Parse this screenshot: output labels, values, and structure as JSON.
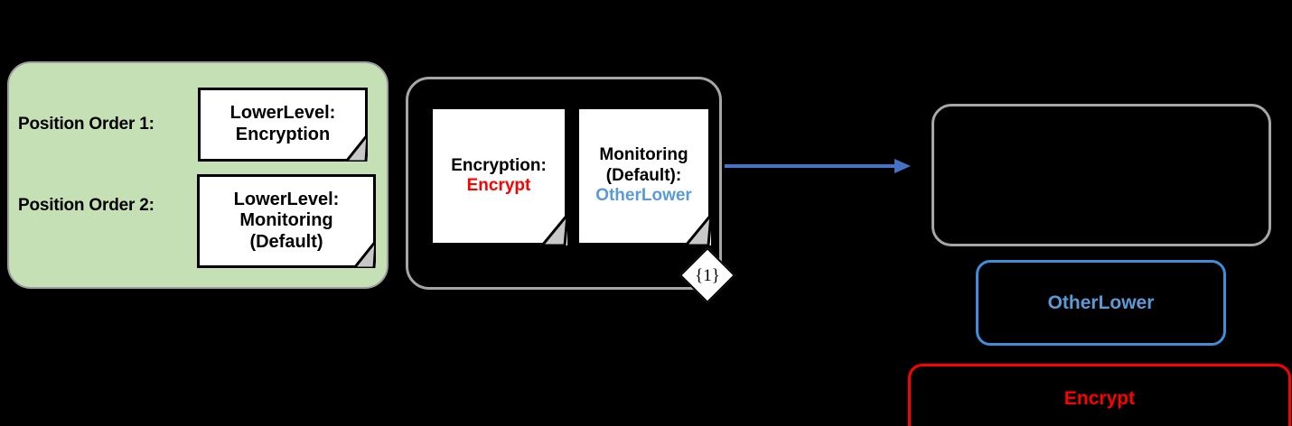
{
  "left_panel": {
    "rows": [
      {
        "label": "Position Order 1:",
        "note": "LowerLevel:\nEncryption"
      },
      {
        "label": "Position Order 2:",
        "note": "LowerLevel:\nMonitoring\n(Default)"
      }
    ]
  },
  "middle_panel": {
    "notes": [
      {
        "title": "Encryption:",
        "value": "Encrypt",
        "value_color": "#FF0000"
      },
      {
        "title": "Monitoring\n(Default):",
        "value": "OtherLower",
        "value_color": "#5B9BD5"
      }
    ],
    "multiplicity": "{1}"
  },
  "connector": {
    "type": "arrow-right",
    "color": "#4472C4"
  },
  "right_panel": {
    "boxes": [
      {
        "label": "",
        "border_color": "#A6A6A6",
        "text_color": "#A6A6A6"
      },
      {
        "label": "OtherLower",
        "border_color": "#3E8EDB",
        "text_color": "#5B9BD5"
      },
      {
        "label": "Encrypt",
        "border_color": "#FF0000",
        "text_color": "#FF0000"
      }
    ]
  },
  "colors": {
    "background": "#000000",
    "green_fill": "#C5E0B4",
    "gray_border": "#A6A6A6",
    "note_fill": "#FFFFFF",
    "fold_fill": "#C8C8C8",
    "red": "#FF0000",
    "blue": "#5B9BD5",
    "arrow_blue": "#4472C4"
  }
}
